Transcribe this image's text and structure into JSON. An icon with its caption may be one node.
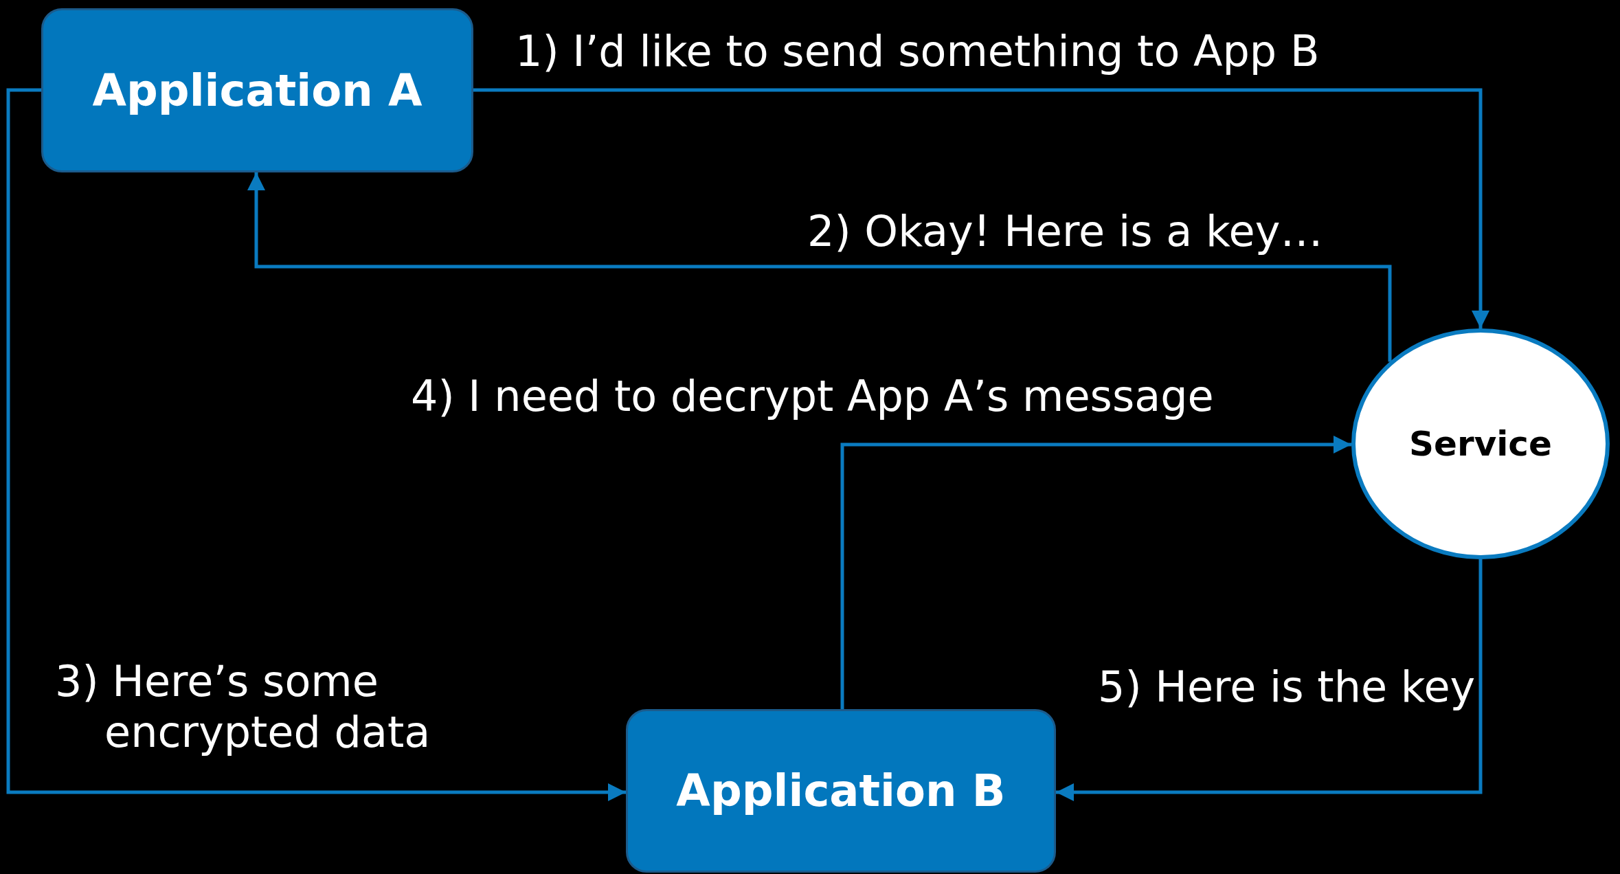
{
  "diagram": {
    "nodes": [
      {
        "text": [
          "Application A"
        ]
      },
      {
        "text": [
          "Service"
        ]
      },
      {
        "text": [
          "Application B"
        ]
      }
    ],
    "edges": [
      {
        "from": 0,
        "to": 1,
        "arrow": "to",
        "label": "1) I’d like to send something to App B"
      },
      {
        "from": 1,
        "to": 0,
        "arrow": "to",
        "label": "2) Okay! Here is a key…"
      },
      {
        "from": 0,
        "to": 2,
        "arrow": "to",
        "label": "3) Here’s some encrypted data"
      },
      {
        "from": 2,
        "to": 1,
        "arrow": "to",
        "label": "4) I need to decrypt App A’s message"
      },
      {
        "from": 1,
        "to": 2,
        "arrow": "to",
        "label": "5) Here is the key"
      }
    ]
  }
}
